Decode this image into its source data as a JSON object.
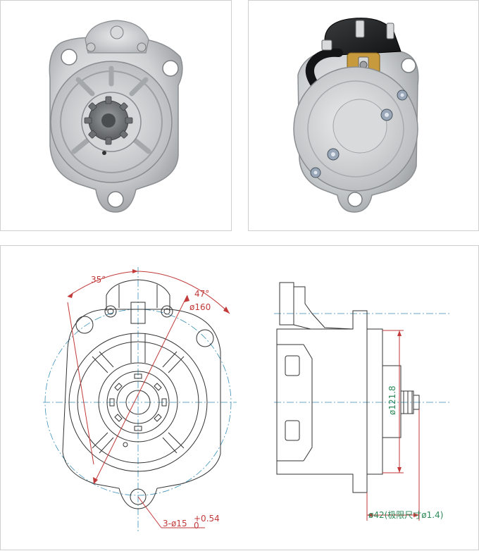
{
  "photos": [
    {
      "id": "front",
      "subject": "starter-motor-front"
    },
    {
      "id": "rear",
      "subject": "starter-motor-rear"
    }
  ],
  "drawing": {
    "angle_left": "35°",
    "angle_right": "47°",
    "bolt_circle_diameter": "ø160",
    "pilot_diameter": "ø121.8",
    "bolt_holes_prefix": "3-ø15",
    "bolt_holes_tol_upper": "+0.54",
    "bolt_holes_tol_lower": "0",
    "bottom_dimension": "ø42(极限尺寸ø1.4)"
  },
  "colors": {
    "dimension_red": "#c23a3a",
    "dimension_green": "#2e8a5a",
    "outline": "#333333",
    "centerline": "#3a8fb7"
  }
}
